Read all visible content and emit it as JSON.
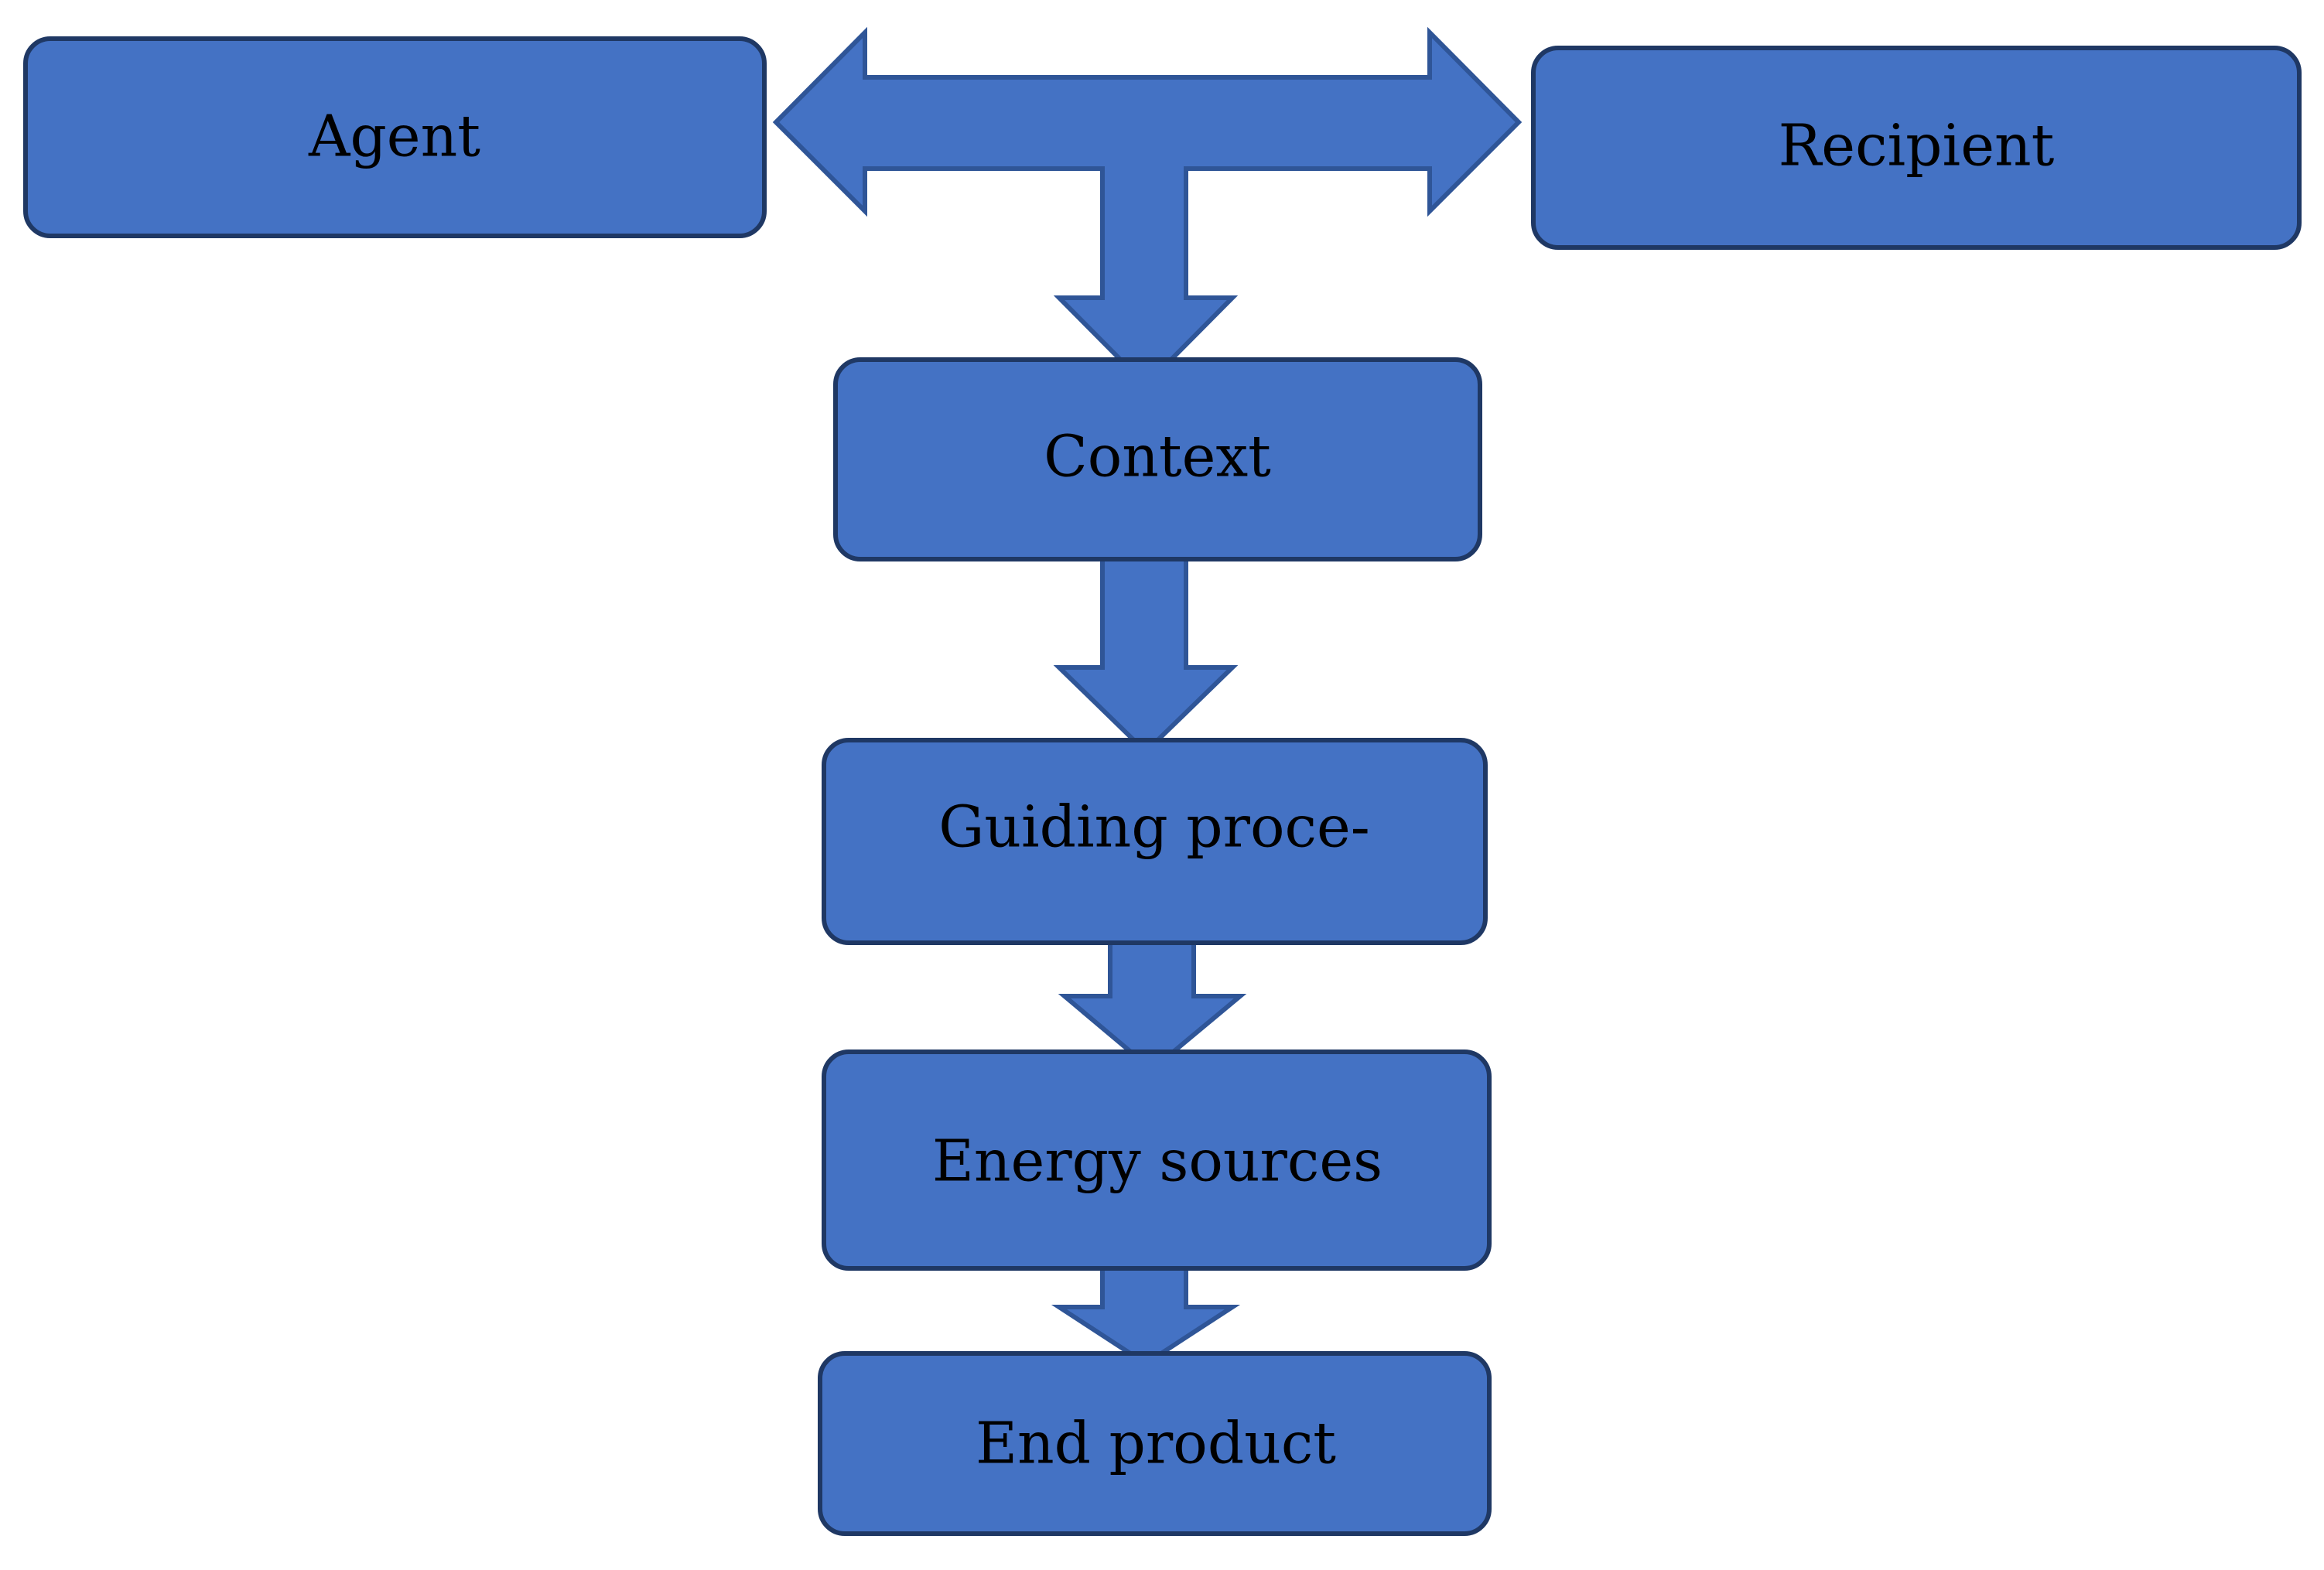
{
  "diagram": {
    "nodes": {
      "agent": "Agent",
      "recipient": "Recipient",
      "context": "Context",
      "guiding": "Guiding proce-",
      "energy": "Energy sources",
      "end": "End product"
    },
    "colors": {
      "box_fill": "#4472c4",
      "box_stroke": "#1f3864",
      "arrow_fill": "#4472c4",
      "arrow_stroke": "#2f5597",
      "text": "#000000"
    }
  }
}
